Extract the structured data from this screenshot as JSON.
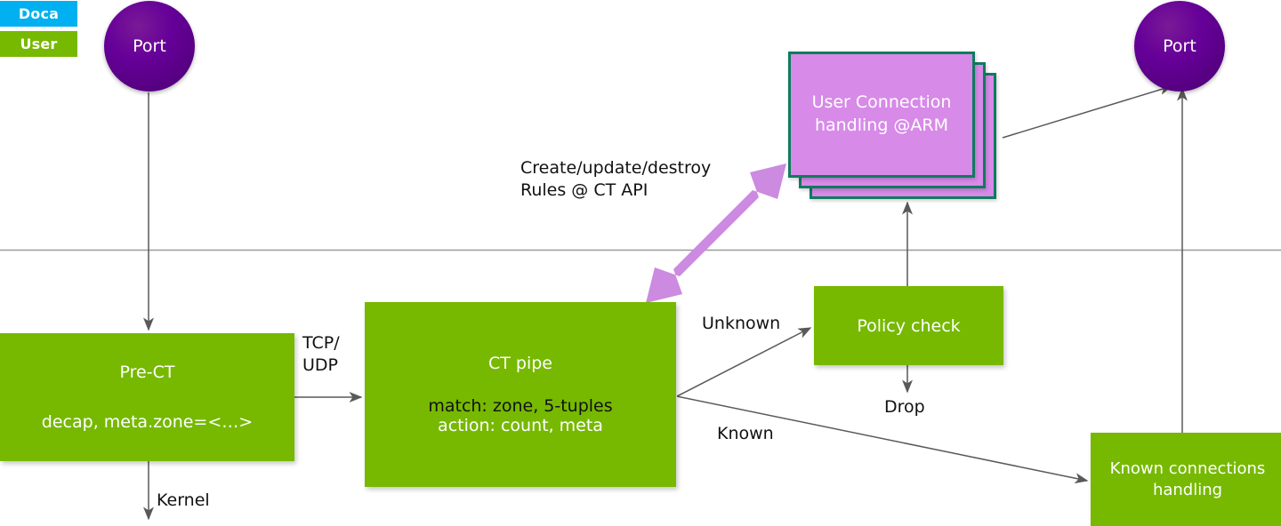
{
  "legend": {
    "items": [
      {
        "label": "Doca",
        "color": "#00b0f0"
      },
      {
        "label": "User",
        "color": "#76b900"
      }
    ]
  },
  "nodes": {
    "port_left": {
      "label": "Port"
    },
    "port_right": {
      "label": "Port"
    },
    "pre_ct": {
      "title": "Pre-CT",
      "subtitle": "decap, meta.zone=<…>"
    },
    "ct_pipe": {
      "title": "CT pipe",
      "match": "match: zone, 5-tuples",
      "action": "action: count, meta"
    },
    "policy_check": {
      "label": "Policy check"
    },
    "known_connections": {
      "label": "Known connections\nhandling"
    },
    "user_connection": {
      "label": "User Connection\nhandling @ARM"
    }
  },
  "edge_labels": {
    "tcp_udp": "TCP/\nUDP",
    "kernel": "Kernel",
    "create_rules": "Create/update/destroy\nRules @ CT API",
    "unknown": "Unknown",
    "known": "Known",
    "drop": "Drop"
  },
  "colors": {
    "doca_blue": "#00b0f0",
    "user_green": "#76b900",
    "port_purple": "#660099",
    "card_violet": "#d78ae8",
    "card_border_teal": "#0f7b5f",
    "arrow_gray": "#595959",
    "api_arrow_violet": "#cc8ae0",
    "divider_gray": "#9a9a9a"
  }
}
